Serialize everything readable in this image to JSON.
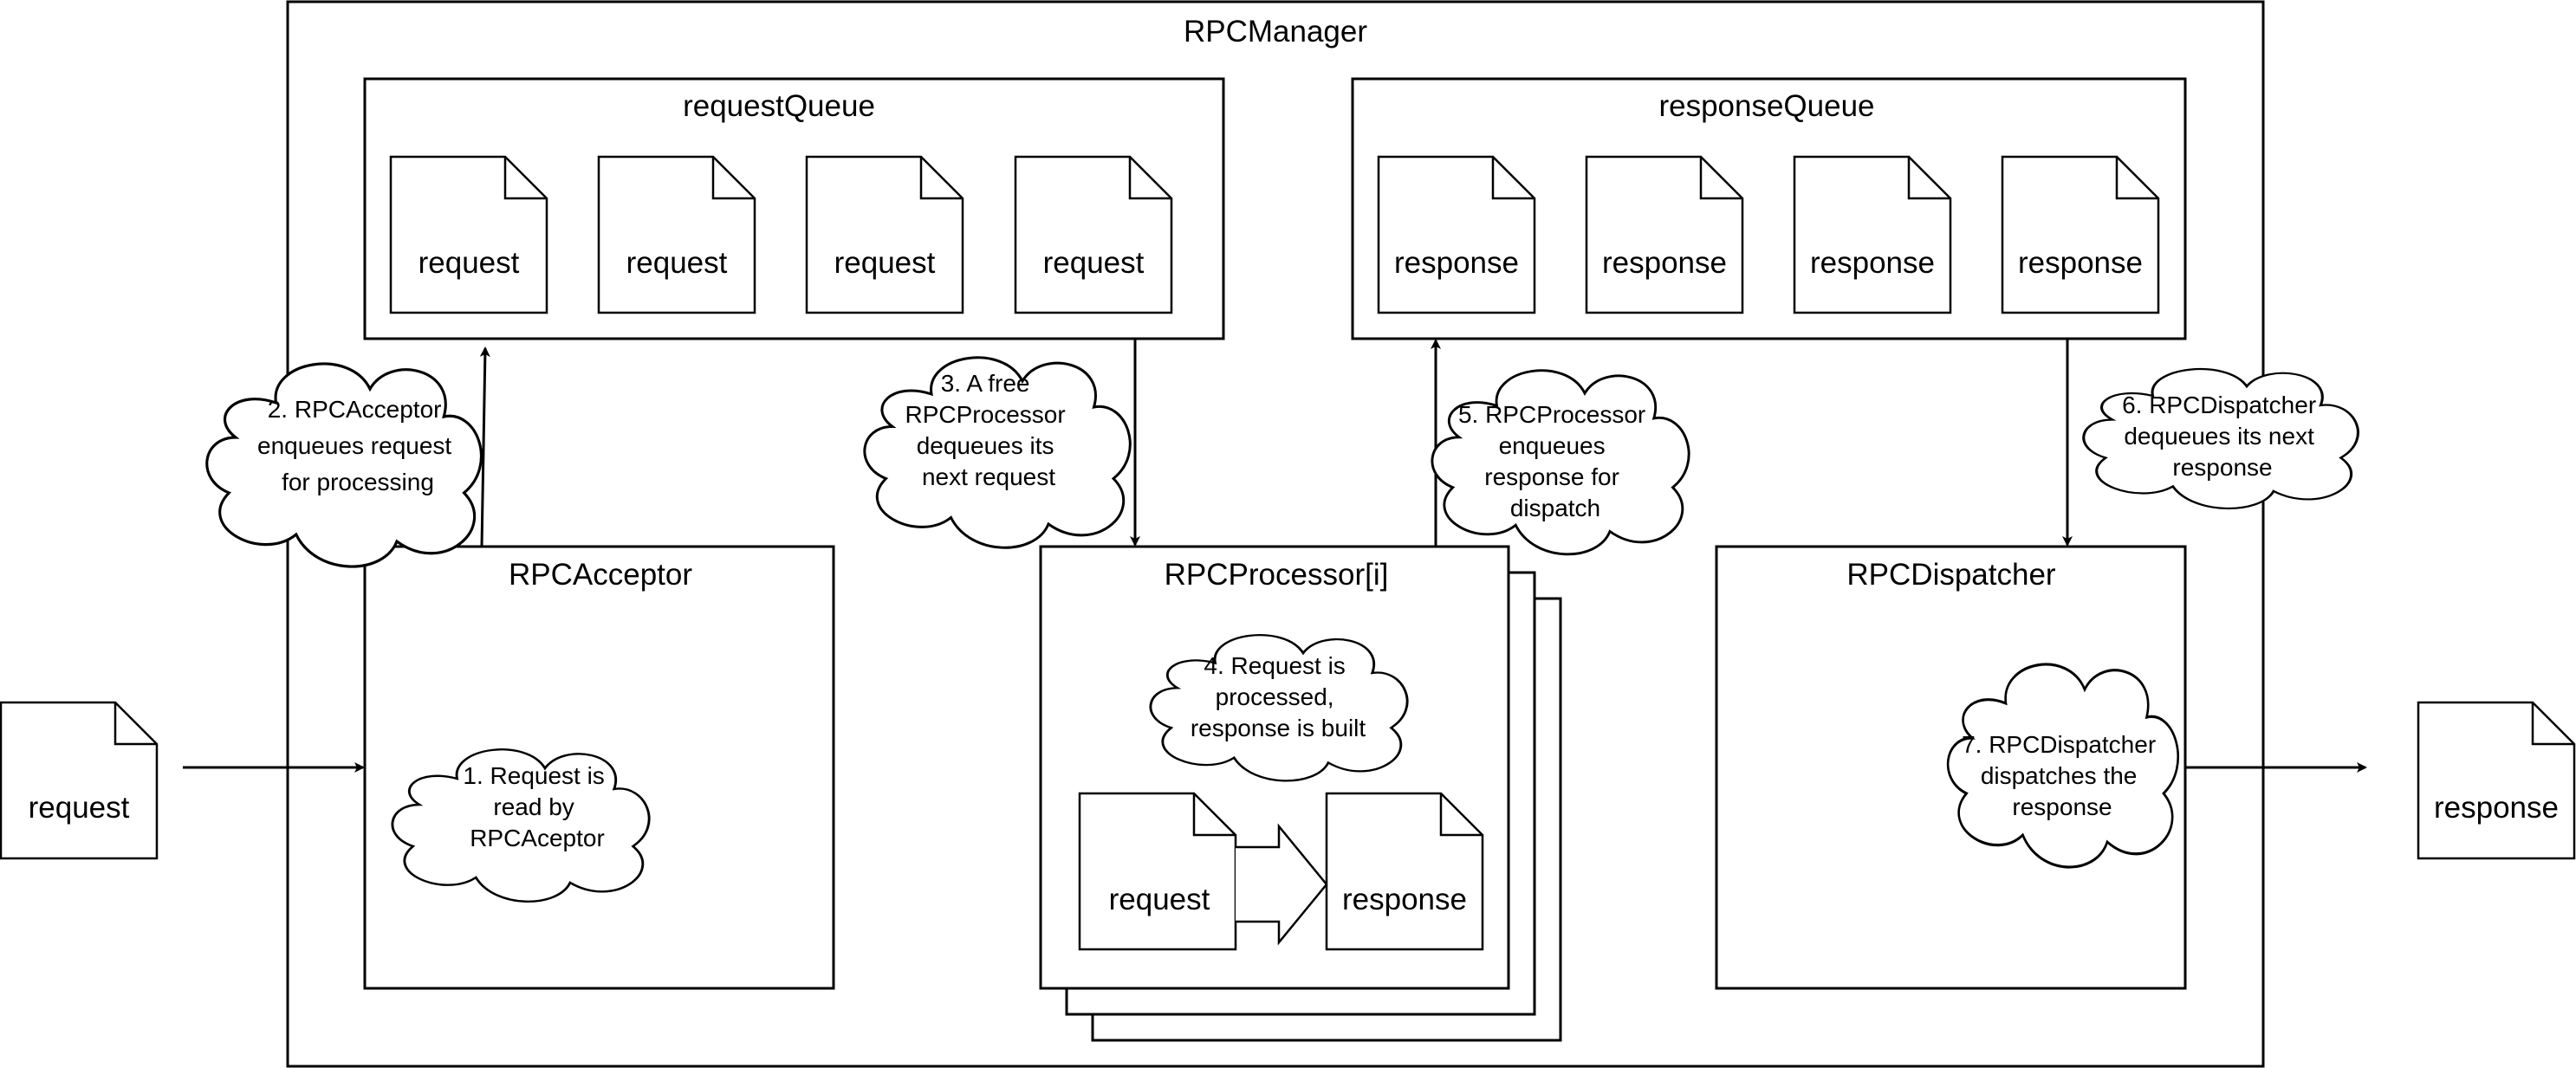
{
  "diagram": {
    "colors": {
      "stroke": "#000000",
      "fill": "#ffffff",
      "text": "#000000"
    },
    "manager_title": "RPCManager",
    "request_queue": {
      "title": "requestQueue",
      "items": [
        "request",
        "request",
        "request",
        "request"
      ]
    },
    "response_queue": {
      "title": "responseQueue",
      "items": [
        "response",
        "response",
        "response",
        "response"
      ]
    },
    "acceptor": {
      "title": "RPCAcceptor"
    },
    "processor": {
      "title": "RPCProcessor[i]",
      "input_doc": "request",
      "output_doc": "response"
    },
    "dispatcher": {
      "title": "RPCDispatcher"
    },
    "external": {
      "incoming": "request",
      "outgoing": "response"
    },
    "notes": {
      "step1": [
        "1. Request is",
        "read by",
        "RPCAceptor"
      ],
      "step2": [
        "2. RPCAcceptor",
        "enqueues request",
        "for processing"
      ],
      "step3": [
        "3. A free",
        "RPCProcessor",
        "dequeues its",
        "next request"
      ],
      "step4": [
        "4. Request is",
        "processed,",
        "response is built"
      ],
      "step5": [
        "5. RPCProcessor",
        "enqueues",
        "response for",
        "dispatch"
      ],
      "step6": [
        "6. RPCDispatcher",
        "dequeues its next",
        "response"
      ],
      "step7": [
        "7. RPCDispatcher",
        "dispatches the",
        "response"
      ]
    }
  }
}
